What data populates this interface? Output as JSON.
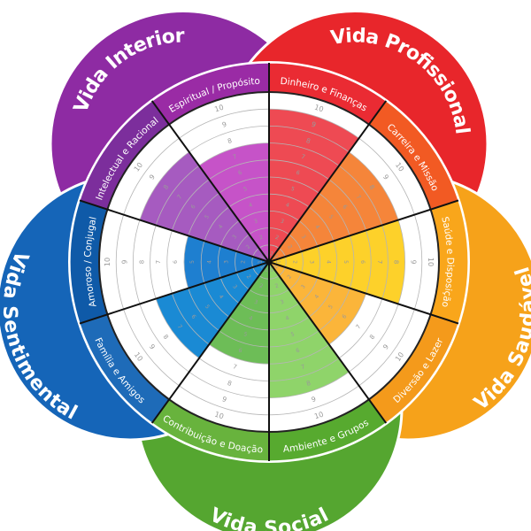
{
  "groups": [
    {
      "id": "interior",
      "title": "Vida Interior",
      "color": "#8e2ba3"
    },
    {
      "id": "profissional",
      "title": "Vida Profissional",
      "color": "#e8262b"
    },
    {
      "id": "saudavel",
      "title": "Vida Saudável",
      "color": "#f6a21a"
    },
    {
      "id": "social",
      "title": "Vida Social",
      "color": "#55a630"
    },
    {
      "id": "sentimental",
      "title": "Vida Sentimental",
      "color": "#1565b8"
    }
  ],
  "segments": [
    {
      "id": "dinheiro",
      "label": "Dinheiro e Finanças",
      "group": "profissional",
      "band": "#ea2b33",
      "fill": "#ee4a53",
      "value": 9
    },
    {
      "id": "carreira",
      "label": "Carreira e Missão",
      "group": "profissional",
      "band": "#f25a23",
      "fill": "#f5853a",
      "value": 8
    },
    {
      "id": "saude",
      "label": "Saúde e Disposição",
      "group": "saudavel",
      "band": "#f9a61b",
      "fill": "#fdd12a",
      "value": 8
    },
    {
      "id": "diversao",
      "label": "Diversão e Lazer",
      "group": "saudavel",
      "band": "#f49a1b",
      "fill": "#fbb53a",
      "value": 6
    },
    {
      "id": "ambiente",
      "label": "Ambiente e Grupos",
      "group": "social",
      "band": "#57aa2f",
      "fill": "#8fd46a",
      "value": 8
    },
    {
      "id": "contribuicao",
      "label": "Contribuição e Doação",
      "group": "social",
      "band": "#68b33d",
      "fill": "#6dbd57",
      "value": 6
    },
    {
      "id": "familia",
      "label": "Família e Amigos",
      "group": "sentimental",
      "band": "#1e6bb8",
      "fill": "#1a8ad4",
      "value": 7
    },
    {
      "id": "amoroso",
      "label": "Amoroso / Conjugal",
      "group": "sentimental",
      "band": "#0f5aa8",
      "fill": "#1e7fd0",
      "value": 5
    },
    {
      "id": "intelectual",
      "label": "Intelectual e Racional",
      "group": "interior",
      "band": "#7c2e9c",
      "fill": "#a65bc0",
      "value": 8
    },
    {
      "id": "espiritual",
      "label": "Espiritual / Propósito",
      "group": "interior",
      "band": "#9a2ba5",
      "fill": "#c653c8",
      "value": 7
    }
  ],
  "scale": [
    "1",
    "2",
    "3",
    "4",
    "5",
    "6",
    "7",
    "8",
    "9",
    "10"
  ],
  "scale_max": 10
}
